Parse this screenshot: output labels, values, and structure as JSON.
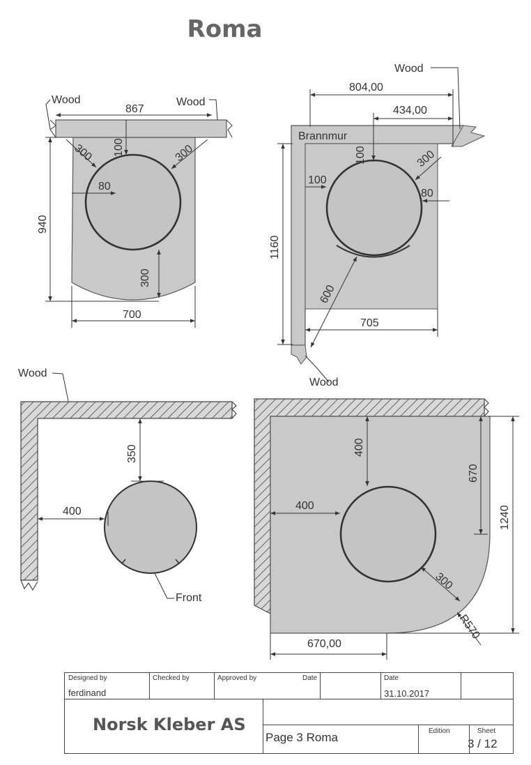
{
  "title": "Roma",
  "labels": {
    "wood": "Wood",
    "brannmur": "Brannmur",
    "front": "Front"
  },
  "view1": {
    "width_top": "867",
    "height": "940",
    "bottom_width": "700",
    "clear_top": "100",
    "clear_left_diag": "300",
    "clear_right_diag": "300",
    "clear_side": "80",
    "clear_front": "300"
  },
  "view2": {
    "total_width": "804,00",
    "right_width": "434,00",
    "height": "1160",
    "bottom_width": "705",
    "clear_top": "100",
    "clear_left": "100",
    "clear_right_diag": "300",
    "clear_side": "80",
    "clear_front_diag": "600"
  },
  "view3": {
    "clear_top": "350",
    "clear_left": "400"
  },
  "view4": {
    "clear_top": "400",
    "clear_left": "400",
    "right_top": "670",
    "height": "1240",
    "clear_diag": "300",
    "radius": "R570",
    "bottom_width": "670,00"
  },
  "title_block": {
    "designed_by_label": "Designed by",
    "designed_by": "ferdinand",
    "checked_by_label": "Checked by",
    "approved_by_label": "Approved by",
    "date_label_1": "Date",
    "date_label_2": "Date",
    "date": "31.10.2017",
    "company": "Norsk Kleber AS",
    "page": "Page 3 Roma",
    "edition_label": "Edition",
    "sheet_label": "Sheet",
    "sheet": "3 / 12"
  }
}
